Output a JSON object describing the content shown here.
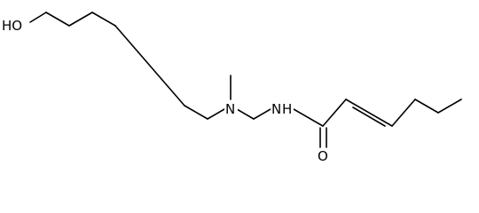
{
  "molecule": {
    "atoms": {
      "hydroxyl": "HO",
      "amine_n": "N",
      "amide_nh": "N",
      "amide_h": "H",
      "carbonyl_o": "O"
    },
    "colors": {
      "bond": "#000000",
      "label": "#000000",
      "background": "#ffffff"
    }
  }
}
